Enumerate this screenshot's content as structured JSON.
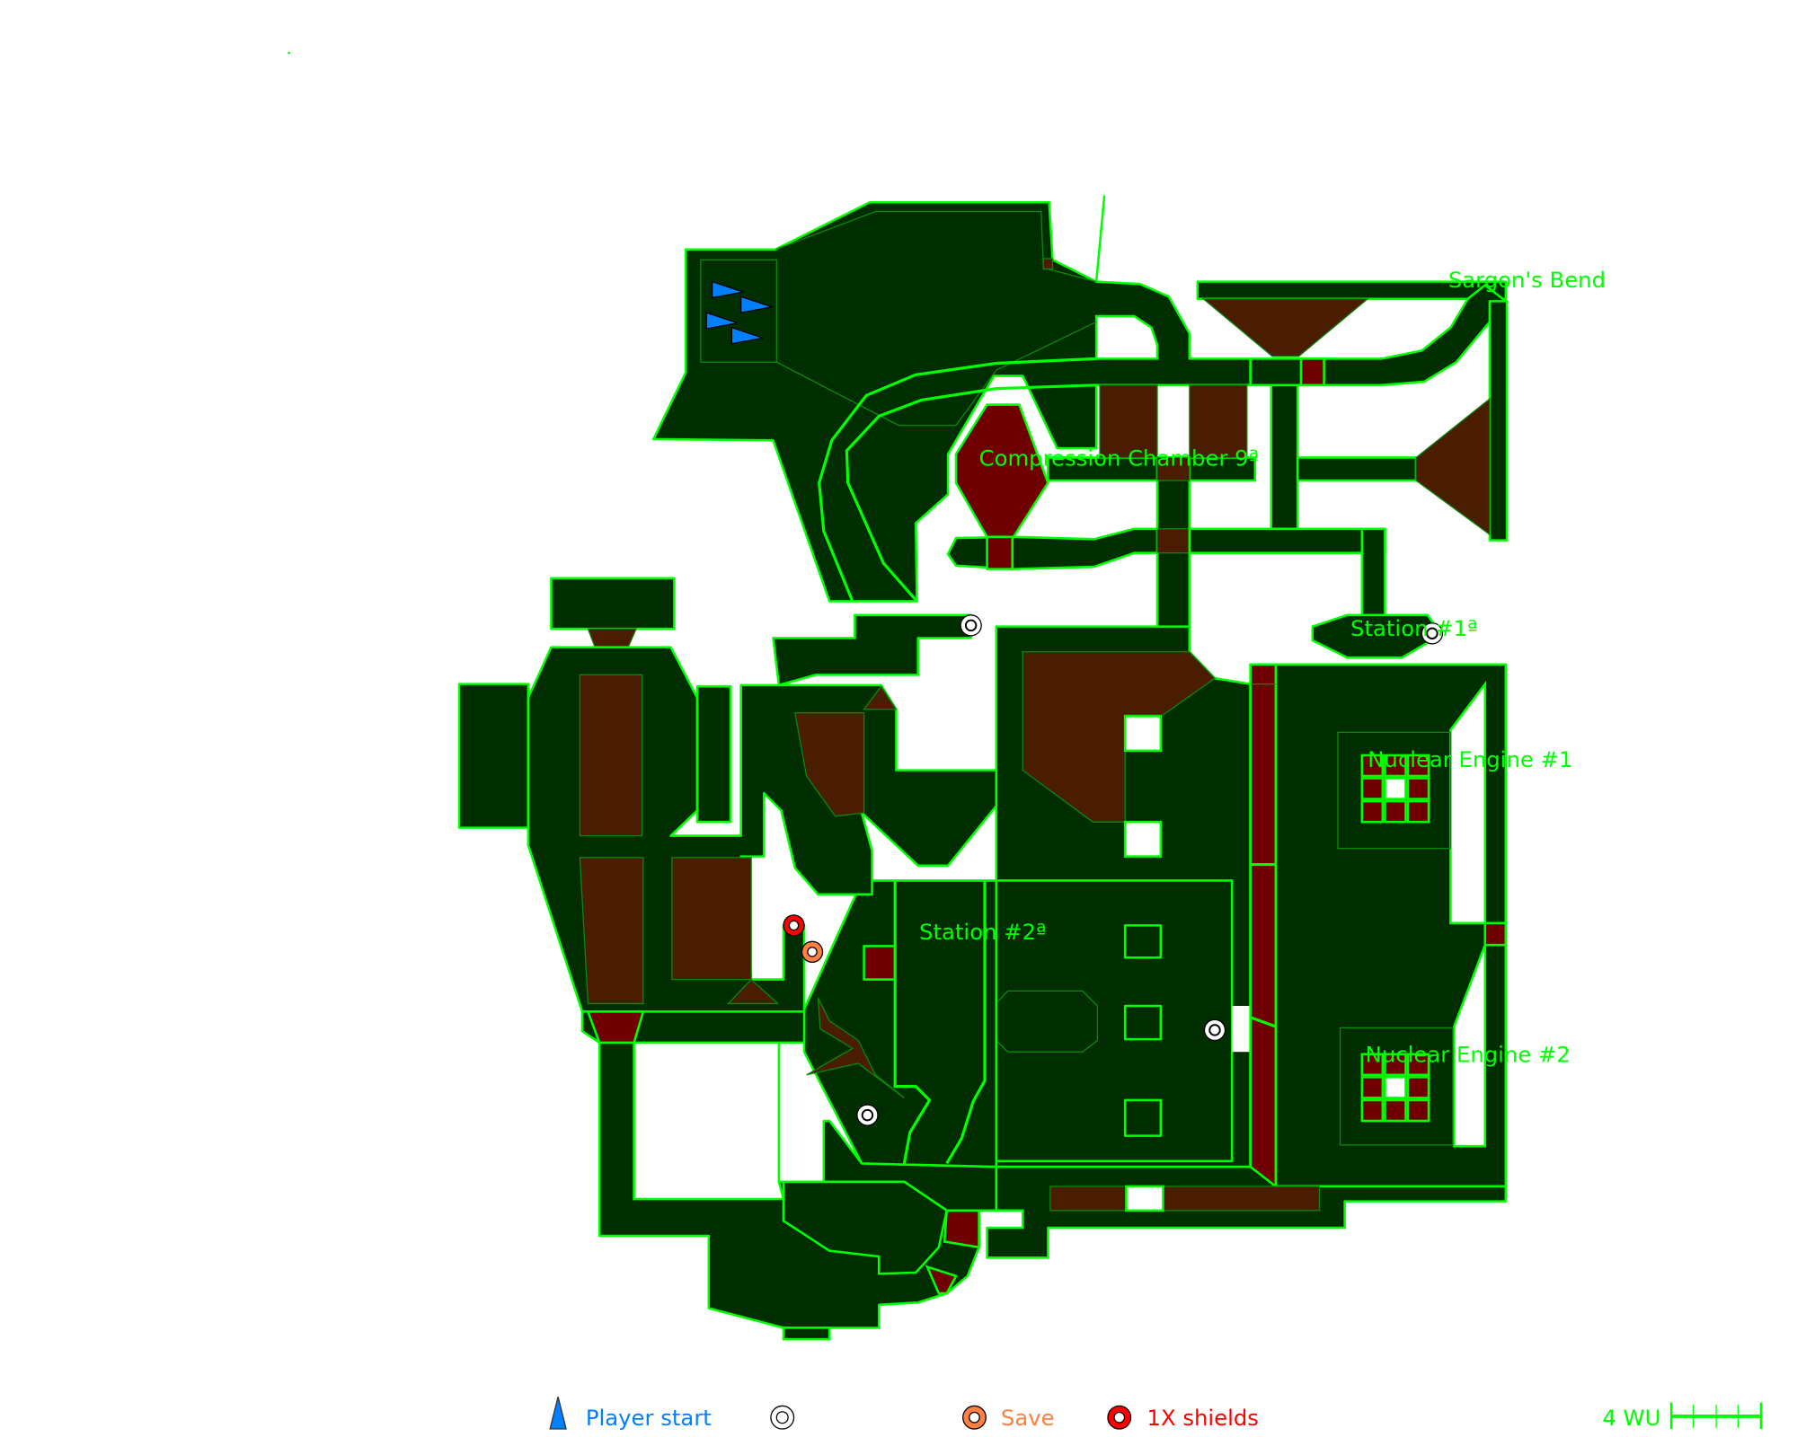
{
  "map": {
    "labels": {
      "sargons_bend": "Sargon's Bend",
      "compression_chamber": "Compression Chamber 9ª",
      "station_1": "Station #1ª",
      "nuclear_engine_1": "Nuclear Engine #1",
      "station_2": "Station #2ª",
      "nuclear_engine_2": "Nuclear Engine #2"
    },
    "colors": {
      "floor": "#002e00",
      "wall": "#00ff00",
      "platform": "#4a1c00",
      "hazard": "#700000",
      "player_start": "#0080ff",
      "save": "#ff8040",
      "shields": "#ff0000"
    }
  },
  "legend": {
    "player_start": "Player start",
    "save": "Save",
    "shields": "1X shields",
    "scale": "4 WU"
  }
}
